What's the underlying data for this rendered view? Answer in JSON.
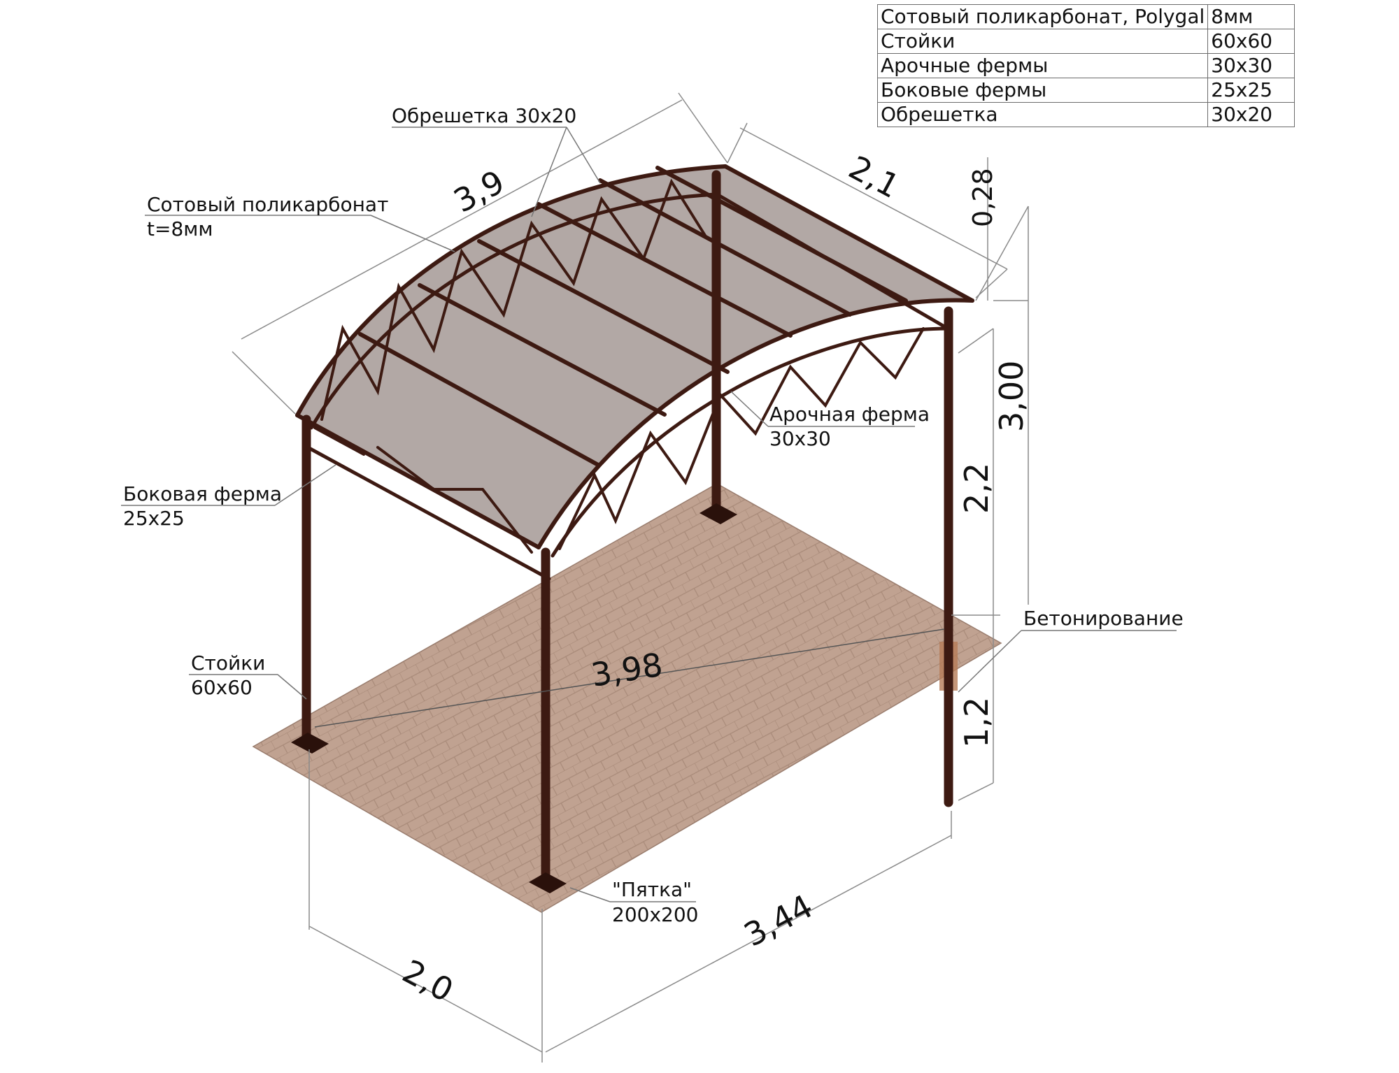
{
  "spec_table": {
    "rows": [
      {
        "item": "Сотовый поликарбонат, Polygal",
        "size": "8мм"
      },
      {
        "item": "Стойки",
        "size": "60х60"
      },
      {
        "item": "Арочные фермы",
        "size": "30х30"
      },
      {
        "item": "Боковые фермы",
        "size": "25х25"
      },
      {
        "item": "Обрешетка",
        "size": "30х20"
      }
    ]
  },
  "callouts": {
    "lathing": "Обрешетка 30х20",
    "polycarbonate_line1": "Сотовый поликарбонат",
    "polycarbonate_line2": "t=8мм",
    "arch_truss_line1": "Арочная ферма",
    "arch_truss_line2": "30х30",
    "side_truss_line1": "Боковая ферма",
    "side_truss_line2": "25х25",
    "posts_line1": "Стойки",
    "posts_line2": "60х60",
    "concreting": "Бетонирование",
    "base_plate_line1": "\"Пятка\"",
    "base_plate_line2": "200х200"
  },
  "dimensions": {
    "roof_length": "3,9",
    "roof_width": "2,1",
    "arch_rise": "0,28",
    "total_height": "3,00",
    "post_height": "2,2",
    "embedment": "1,2",
    "diagonal": "3,98",
    "base_length": "3,44",
    "base_width": "2,0"
  },
  "colors": {
    "frame": "#3d1a12",
    "roof": "#a79c99",
    "paving": "#c0a291",
    "paving_line": "#a88a79",
    "dimension_line": "#8a8a8a"
  }
}
